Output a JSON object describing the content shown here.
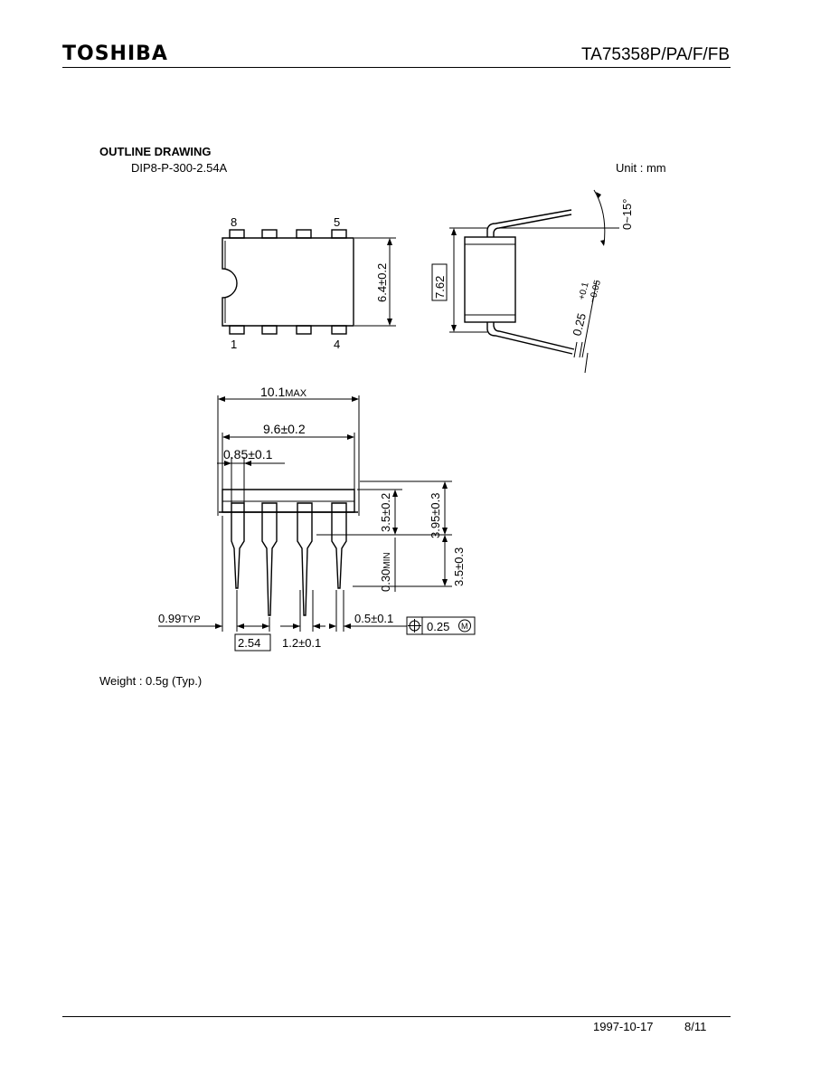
{
  "header": {
    "brand": "TOSHIBA",
    "part_number": "TA75358P/PA/F/FB"
  },
  "section": {
    "title": "OUTLINE DRAWING",
    "package": "DIP8-P-300-2.54A",
    "unit": "Unit : mm"
  },
  "drawing": {
    "pins": {
      "p8": "8",
      "p5": "5",
      "p1": "1",
      "p4": "4"
    },
    "dims": {
      "body_width": "6.4±0.2",
      "row_spacing": "7.62",
      "lead_angle": "0~15°",
      "lead_thick": "0.25",
      "lead_thick_tol_plus": "+0.1",
      "lead_thick_tol_minus": "−0.05",
      "overall_len": "10.1",
      "overall_len_suffix": "MAX",
      "body_len": "9.6±0.2",
      "pin1_width": "0.85±0.1",
      "body_height": "3.5±0.2",
      "total_height": "3.95±0.3",
      "standoff": "0.30",
      "standoff_suffix": "MIN",
      "lead_len": "3.5±0.3",
      "end_offset": "0.99",
      "end_offset_suffix": "TYP",
      "pitch": "2.54",
      "shoulder_width": "1.2±0.1",
      "lead_width": "0.5±0.1",
      "position_tol": "0.25",
      "mmc_symbol": "M"
    }
  },
  "weight": "Weight : 0.5g (Typ.)",
  "footer": {
    "date": "1997-10-17",
    "page": "8/11"
  }
}
